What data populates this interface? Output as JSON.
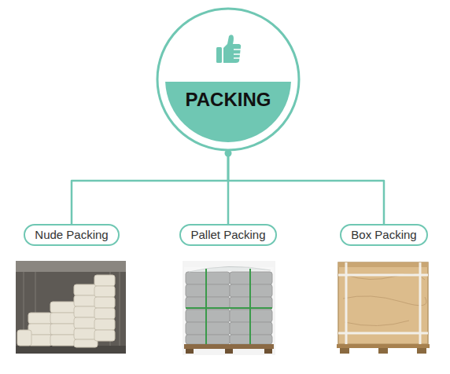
{
  "diagram": {
    "nodes": [
      {
        "text": [
          "PACKING"
        ]
      },
      {
        "text": [
          "Nude Packing"
        ]
      },
      {
        "text": [
          "Pallet Packing"
        ]
      },
      {
        "text": [
          "Box Packing"
        ]
      }
    ],
    "edges": [
      {
        "from": 0,
        "to": 1,
        "arrow": "none"
      },
      {
        "from": 0,
        "to": 2,
        "arrow": "none"
      },
      {
        "from": 0,
        "to": 3,
        "arrow": "none"
      }
    ]
  }
}
